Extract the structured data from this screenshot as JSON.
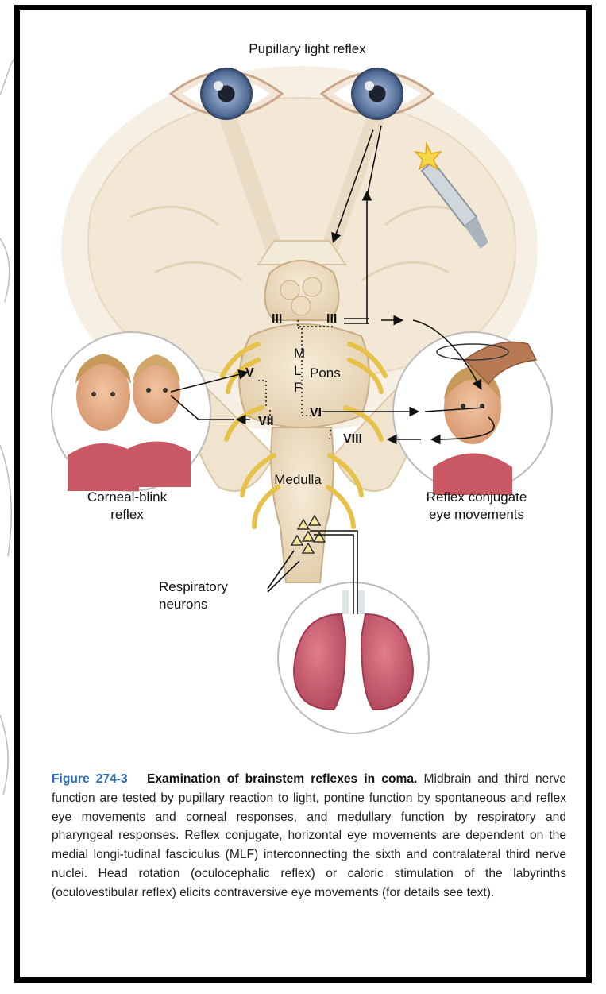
{
  "diagram": {
    "title": "Pupillary light reflex",
    "labels": {
      "corneal_blink": "Corneal-blink\nreflex",
      "reflex_conjugate": "Reflex conjugate\neye movements",
      "respiratory": "Respiratory\nneurons",
      "pons": "Pons",
      "medulla": "Medulla",
      "mlf_m": "M",
      "mlf_l": "L",
      "mlf_f": "F"
    },
    "nerves": {
      "iii_left": "III",
      "iii_right": "III",
      "v": "V",
      "vi": "VI",
      "vii": "VII",
      "viii": "VIII"
    }
  },
  "caption": {
    "figure_number": "Figure 274-3",
    "title": "Examination of brainstem reflexes in coma.",
    "body": "Midbrain and third nerve function are tested by pupillary reaction to light, pontine function by spontaneous and reflex eye movements and corneal responses, and medullary function by respiratory and pharyngeal responses. Reflex conjugate, horizontal eye movements are dependent on the medial longi-tudinal fasciculus (MLF) interconnecting the sixth and contralateral third nerve nuclei. Head rotation (oculocephalic reflex) or caloric stimulation of the labyrinths (oculovestibular reflex) elicits contraversive eye movements (for details see text)."
  },
  "colors": {
    "brain": "#efe1c9",
    "brain_shadow": "#dcc7a6",
    "nerve_yellow": "#e8c84a",
    "iris": "#6f86a8",
    "lung": "#c85a6c",
    "skin": "#e8b48e",
    "shirt": "#c95864",
    "caption_blue": "#2b6cb3"
  }
}
